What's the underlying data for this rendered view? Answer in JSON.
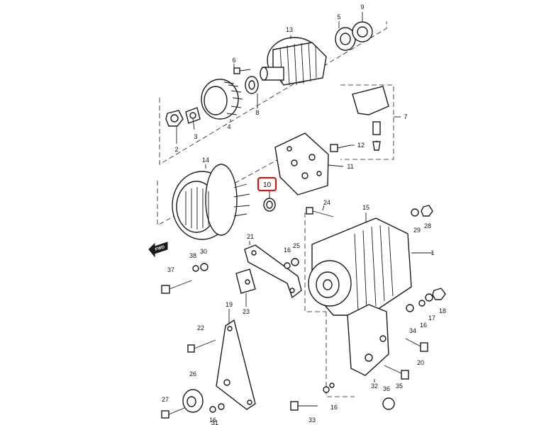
{
  "highlight": {
    "label": "10",
    "color": "#d01818"
  },
  "callouts": {
    "c1": "1",
    "c2": "2",
    "c3": "3",
    "c4": "4",
    "c5": "5",
    "c6": "6",
    "c7": "7",
    "c8": "8",
    "c9": "9",
    "c11": "11",
    "c12": "12",
    "c13": "13",
    "c14": "14",
    "c15": "15",
    "c16a": "16",
    "c16b": "16",
    "c16c": "16",
    "c16d": "16",
    "c17": "17",
    "c18": "18",
    "c19": "19",
    "c20": "20",
    "c21": "21",
    "c22": "22",
    "c23": "23",
    "c24": "24",
    "c25": "25",
    "c26": "26",
    "c27": "27",
    "c28": "28",
    "c29": "29",
    "c30": "30",
    "c31": "31",
    "c32": "32",
    "c33": "33",
    "c34": "34",
    "c35": "35",
    "c36": "36",
    "c37": "37",
    "c38": "38"
  },
  "direction_arrow": {
    "label": "FWD",
    "icon": "front-arrow-icon"
  }
}
